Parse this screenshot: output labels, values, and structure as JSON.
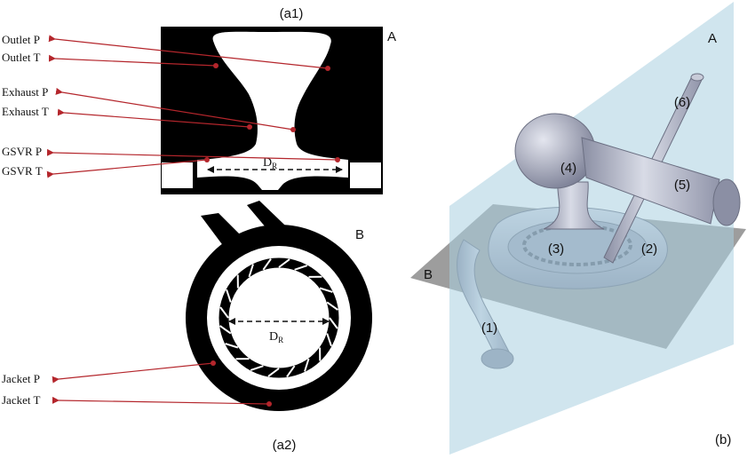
{
  "panel_a1": {
    "caption": "(a1)",
    "plane_label": "A",
    "diameter_label": "D",
    "diameter_subscript": "R",
    "probes": [
      {
        "label": "Outlet P"
      },
      {
        "label": "Outlet T"
      },
      {
        "label": "Exhaust P"
      },
      {
        "label": "Exhaust T"
      },
      {
        "label": "GSVR P"
      },
      {
        "label": "GSVR T"
      }
    ]
  },
  "panel_a2": {
    "caption": "(a2)",
    "plane_label": "B",
    "diameter_label": "D",
    "diameter_subscript": "R",
    "probes": [
      {
        "label": "Jacket P"
      },
      {
        "label": "Jacket T"
      }
    ]
  },
  "panel_b": {
    "caption": "(b)",
    "plane_a_label": "A",
    "plane_b_label": "B",
    "parts": [
      "(1)",
      "(2)",
      "(3)",
      "(4)",
      "(5)",
      "(6)"
    ]
  },
  "colors": {
    "arrow": "#b4262c",
    "section_fill": "#000000",
    "plane_a": "#aacfe0",
    "plane_b": "#8c8c8c",
    "metal": "#b4b8c9"
  }
}
